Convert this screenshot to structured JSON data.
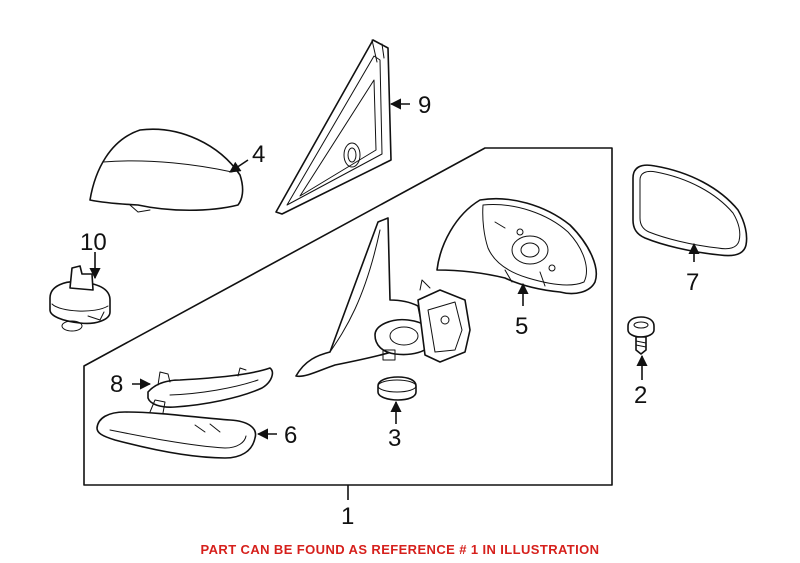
{
  "callouts": [
    {
      "id": "1",
      "label": "1"
    },
    {
      "id": "2",
      "label": "2"
    },
    {
      "id": "3",
      "label": "3"
    },
    {
      "id": "4",
      "label": "4"
    },
    {
      "id": "5",
      "label": "5"
    },
    {
      "id": "6",
      "label": "6"
    },
    {
      "id": "7",
      "label": "7"
    },
    {
      "id": "8",
      "label": "8"
    },
    {
      "id": "9",
      "label": "9"
    },
    {
      "id": "10",
      "label": "10"
    }
  ],
  "caption": "PART CAN BE FOUND AS REFERENCE # 1 IN ILLUSTRATION",
  "colors": {
    "caption": "#d6201c",
    "lines": "#111111"
  }
}
